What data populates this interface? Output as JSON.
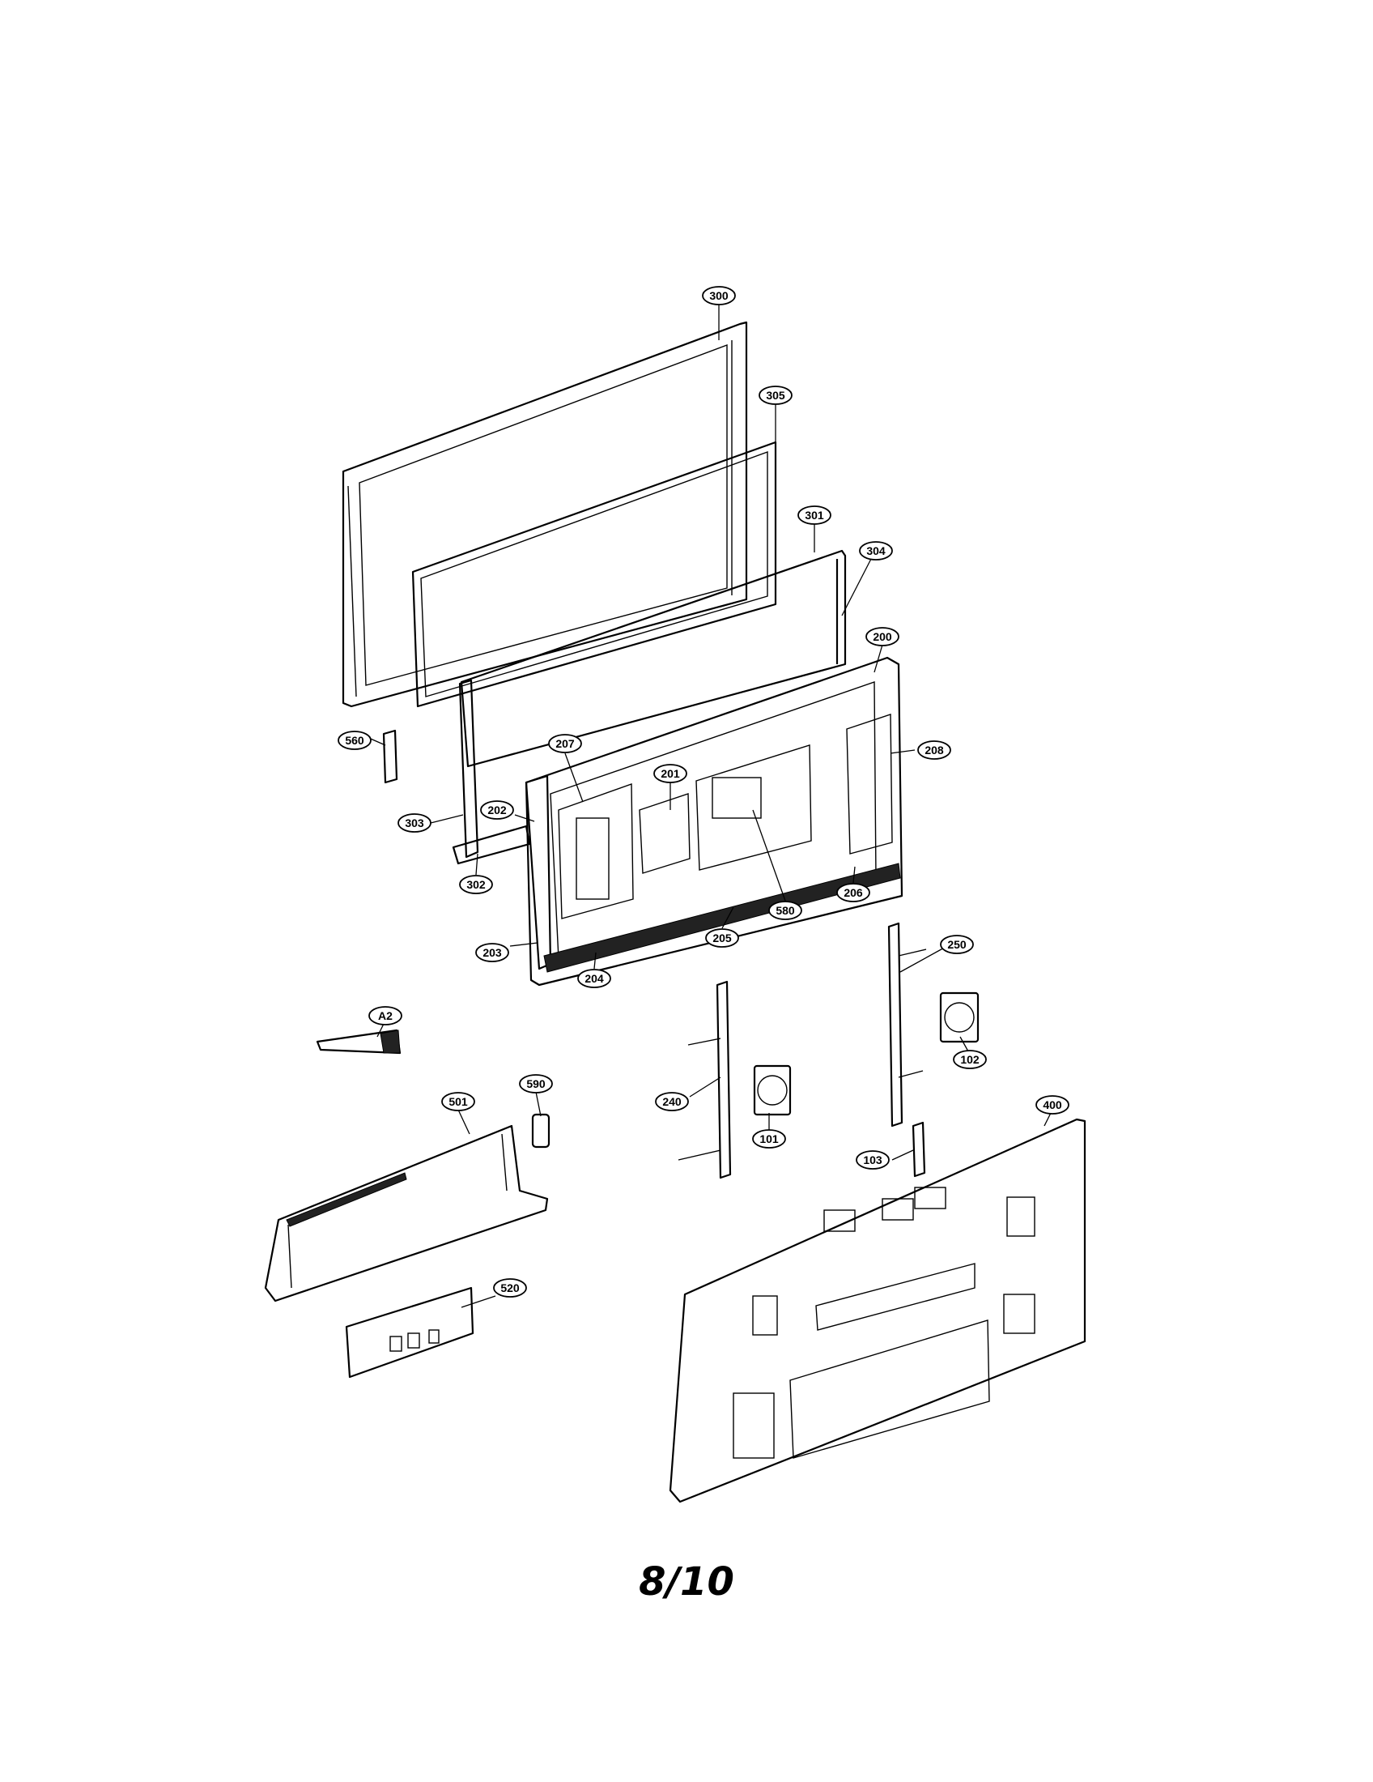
{
  "page_number": "8/10",
  "callouts": [
    {
      "id": "c300",
      "label": "300"
    },
    {
      "id": "c305",
      "label": "305"
    },
    {
      "id": "c301",
      "label": "301"
    },
    {
      "id": "c304",
      "label": "304"
    },
    {
      "id": "c200",
      "label": "200"
    },
    {
      "id": "c560",
      "label": "560"
    },
    {
      "id": "c208",
      "label": "208"
    },
    {
      "id": "c207",
      "label": "207"
    },
    {
      "id": "c201",
      "label": "201"
    },
    {
      "id": "c202",
      "label": "202"
    },
    {
      "id": "c303",
      "label": "303"
    },
    {
      "id": "c302",
      "label": "302"
    },
    {
      "id": "c206",
      "label": "206"
    },
    {
      "id": "c580",
      "label": "580"
    },
    {
      "id": "c205",
      "label": "205"
    },
    {
      "id": "c203",
      "label": "203"
    },
    {
      "id": "c204",
      "label": "204"
    },
    {
      "id": "c250",
      "label": "250"
    },
    {
      "id": "cA2",
      "label": "A2"
    },
    {
      "id": "c102",
      "label": "102"
    },
    {
      "id": "c590",
      "label": "590"
    },
    {
      "id": "c240",
      "label": "240"
    },
    {
      "id": "c501",
      "label": "501"
    },
    {
      "id": "c101",
      "label": "101"
    },
    {
      "id": "c400",
      "label": "400"
    },
    {
      "id": "c103",
      "label": "103"
    },
    {
      "id": "c520",
      "label": "520"
    }
  ]
}
